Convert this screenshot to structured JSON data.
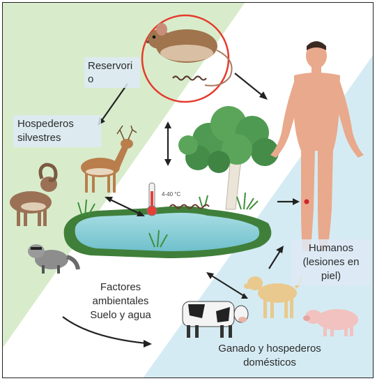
{
  "labels": {
    "reservorio": "Reservori o",
    "silvestres": "Hospederos silvestres",
    "humanos": "Humanos (lesiones en piel)",
    "factores": "Factores ambientales Suelo y agua",
    "ganado": "Ganado y hospederos domésticos",
    "temperature": "4-40 °C"
  },
  "colors": {
    "green_background": "#d8eccc",
    "blue_background": "#d5ebf3",
    "pond_water": "#8fd0d8",
    "highlight_circle": "#e53a2c",
    "human_skin": "#e9a98c",
    "tree_foliage": "#4f9a52"
  }
}
